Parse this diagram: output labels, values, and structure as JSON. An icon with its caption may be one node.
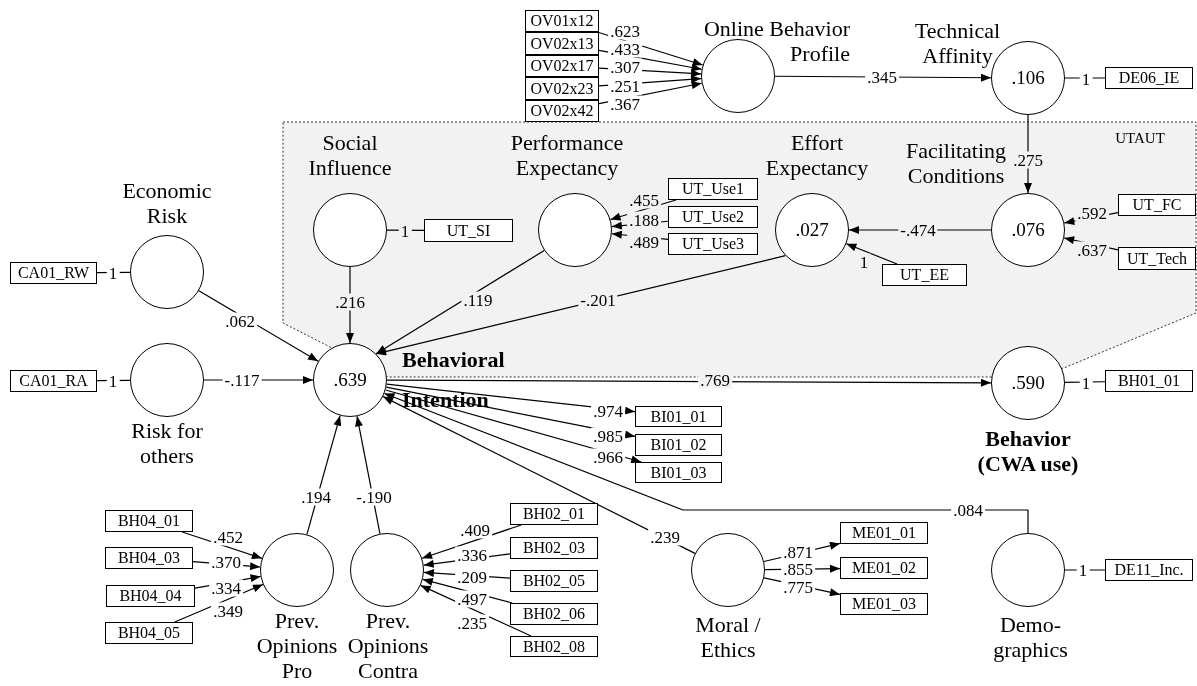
{
  "diagram": {
    "nodes": [
      {
        "text": [
          "OV01x12"
        ]
      },
      {
        "text": [
          "OV02x13"
        ]
      },
      {
        "text": [
          "OV02x17"
        ]
      },
      {
        "text": [
          "OV02x23"
        ]
      },
      {
        "text": [
          "OV02x42"
        ]
      },
      {
        "text": [
          "Online Behavior Profile"
        ]
      },
      {
        "text": [
          "Technical Affinity",
          ".106"
        ]
      },
      {
        "text": [
          "DE06_IE"
        ]
      },
      {
        "text": [
          "UTAUT"
        ]
      },
      {
        "text": [
          "Social Influence"
        ],
        "in": 8
      },
      {
        "text": [
          "UT_SI"
        ],
        "in": 8
      },
      {
        "text": [
          "Performance Expectancy"
        ],
        "in": 8
      },
      {
        "text": [
          "UT_Use1"
        ],
        "in": 8
      },
      {
        "text": [
          "UT_Use2"
        ],
        "in": 8
      },
      {
        "text": [
          "UT_Use3"
        ],
        "in": 8
      },
      {
        "text": [
          "Effort Expectancy",
          ".027"
        ],
        "in": 8
      },
      {
        "text": [
          "UT_EE"
        ],
        "in": 8
      },
      {
        "text": [
          "Facilitating Conditions",
          ".076"
        ],
        "in": 8
      },
      {
        "text": [
          "UT_FC"
        ],
        "in": 8
      },
      {
        "text": [
          "UT_Tech"
        ],
        "in": 8
      },
      {
        "text": [
          "Economic Risk"
        ]
      },
      {
        "text": [
          "CA01_RW"
        ]
      },
      {
        "text": [
          "Risk for others"
        ]
      },
      {
        "text": [
          "CA01_RA"
        ]
      },
      {
        "text": [
          ".639",
          "Behavioral Intention"
        ]
      },
      {
        "text": [
          ".590",
          "Behavior (CWA use)"
        ]
      },
      {
        "text": [
          "BH01_01"
        ]
      },
      {
        "text": [
          "BI01_01"
        ]
      },
      {
        "text": [
          "BI01_02"
        ]
      },
      {
        "text": [
          "BI01_03"
        ]
      },
      {
        "text": [
          "BH04_01"
        ]
      },
      {
        "text": [
          "BH04_03"
        ]
      },
      {
        "text": [
          "BH04_04"
        ]
      },
      {
        "text": [
          "BH04_05"
        ]
      },
      {
        "text": [
          "Prev. Opinions Pro"
        ]
      },
      {
        "text": [
          "Prev. Opinions Contra"
        ]
      },
      {
        "text": [
          "BH02_01"
        ]
      },
      {
        "text": [
          "BH02_03"
        ]
      },
      {
        "text": [
          "BH02_05"
        ]
      },
      {
        "text": [
          "BH02_06"
        ]
      },
      {
        "text": [
          "BH02_08"
        ]
      },
      {
        "text": [
          "Moral / Ethics"
        ]
      },
      {
        "text": [
          "ME01_01"
        ]
      },
      {
        "text": [
          "ME01_02"
        ]
      },
      {
        "text": [
          "ME01_03"
        ]
      },
      {
        "text": [
          "Demo- graphics"
        ]
      },
      {
        "text": [
          "DE11_Inc."
        ]
      }
    ],
    "edges": [
      {
        "from": 0,
        "to": 5,
        "arrow": "to",
        "label": ".623"
      },
      {
        "from": 1,
        "to": 5,
        "arrow": "to",
        "label": ".433"
      },
      {
        "from": 2,
        "to": 5,
        "arrow": "to",
        "label": ".307"
      },
      {
        "from": 3,
        "to": 5,
        "arrow": "to",
        "label": ".251"
      },
      {
        "from": 4,
        "to": 5,
        "arrow": "to",
        "label": ".367"
      },
      {
        "from": 5,
        "to": 6,
        "arrow": "to",
        "label": ".345"
      },
      {
        "from": 6,
        "to": 7,
        "arrow": "none",
        "label": "1"
      },
      {
        "from": 6,
        "to": 17,
        "arrow": "to",
        "label": ".275"
      },
      {
        "from": 9,
        "to": 10,
        "arrow": "none",
        "label": "1"
      },
      {
        "from": 12,
        "to": 11,
        "arrow": "to",
        "label": ".455"
      },
      {
        "from": 13,
        "to": 11,
        "arrow": "to",
        "label": ".188"
      },
      {
        "from": 14,
        "to": 11,
        "arrow": "to",
        "label": ".489"
      },
      {
        "from": 17,
        "to": 15,
        "arrow": "to",
        "label": "-.474"
      },
      {
        "from": 16,
        "to": 15,
        "arrow": "to",
        "label": "1"
      },
      {
        "from": 18,
        "to": 17,
        "arrow": "to",
        "label": ".592"
      },
      {
        "from": 19,
        "to": 17,
        "arrow": "to",
        "label": ".637"
      },
      {
        "from": 21,
        "to": 20,
        "arrow": "none",
        "label": "1"
      },
      {
        "from": 23,
        "to": 22,
        "arrow": "none",
        "label": "1"
      },
      {
        "from": 20,
        "to": 24,
        "arrow": "to",
        "label": ".062"
      },
      {
        "from": 22,
        "to": 24,
        "arrow": "to",
        "label": "-.117"
      },
      {
        "from": 9,
        "to": 24,
        "arrow": "to",
        "label": ".216"
      },
      {
        "from": 11,
        "to": 24,
        "arrow": "to",
        "label": ".119"
      },
      {
        "from": 15,
        "to": 24,
        "arrow": "to",
        "label": "-.201"
      },
      {
        "from": 24,
        "to": 25,
        "arrow": "to",
        "label": ".769"
      },
      {
        "from": 25,
        "to": 26,
        "arrow": "none",
        "label": "1"
      },
      {
        "from": 24,
        "to": 27,
        "arrow": "to",
        "label": ".974"
      },
      {
        "from": 24,
        "to": 28,
        "arrow": "to",
        "label": ".985"
      },
      {
        "from": 24,
        "to": 29,
        "arrow": "to",
        "label": ".966"
      },
      {
        "from": 30,
        "to": 34,
        "arrow": "to",
        "label": ".452"
      },
      {
        "from": 31,
        "to": 34,
        "arrow": "to",
        "label": ".370"
      },
      {
        "from": 32,
        "to": 34,
        "arrow": "to",
        "label": ".334"
      },
      {
        "from": 33,
        "to": 34,
        "arrow": "to",
        "label": ".349"
      },
      {
        "from": 34,
        "to": 24,
        "arrow": "to",
        "label": ".194"
      },
      {
        "from": 35,
        "to": 24,
        "arrow": "to",
        "label": "-.190"
      },
      {
        "from": 36,
        "to": 35,
        "arrow": "to",
        "label": ".409"
      },
      {
        "from": 37,
        "to": 35,
        "arrow": "to",
        "label": ".336"
      },
      {
        "from": 38,
        "to": 35,
        "arrow": "to",
        "label": ".209"
      },
      {
        "from": 39,
        "to": 35,
        "arrow": "to",
        "label": ".497"
      },
      {
        "from": 40,
        "to": 35,
        "arrow": "to",
        "label": ".235"
      },
      {
        "from": 41,
        "to": 24,
        "arrow": "to",
        "label": ".239"
      },
      {
        "from": 41,
        "to": 42,
        "arrow": "to",
        "label": ".871"
      },
      {
        "from": 41,
        "to": 43,
        "arrow": "to",
        "label": ".855"
      },
      {
        "from": 41,
        "to": 44,
        "arrow": "to",
        "label": ".775"
      },
      {
        "from": 45,
        "to": 24,
        "arrow": "to",
        "label": ".084"
      },
      {
        "from": 45,
        "to": 46,
        "arrow": "none",
        "label": "1"
      }
    ]
  }
}
